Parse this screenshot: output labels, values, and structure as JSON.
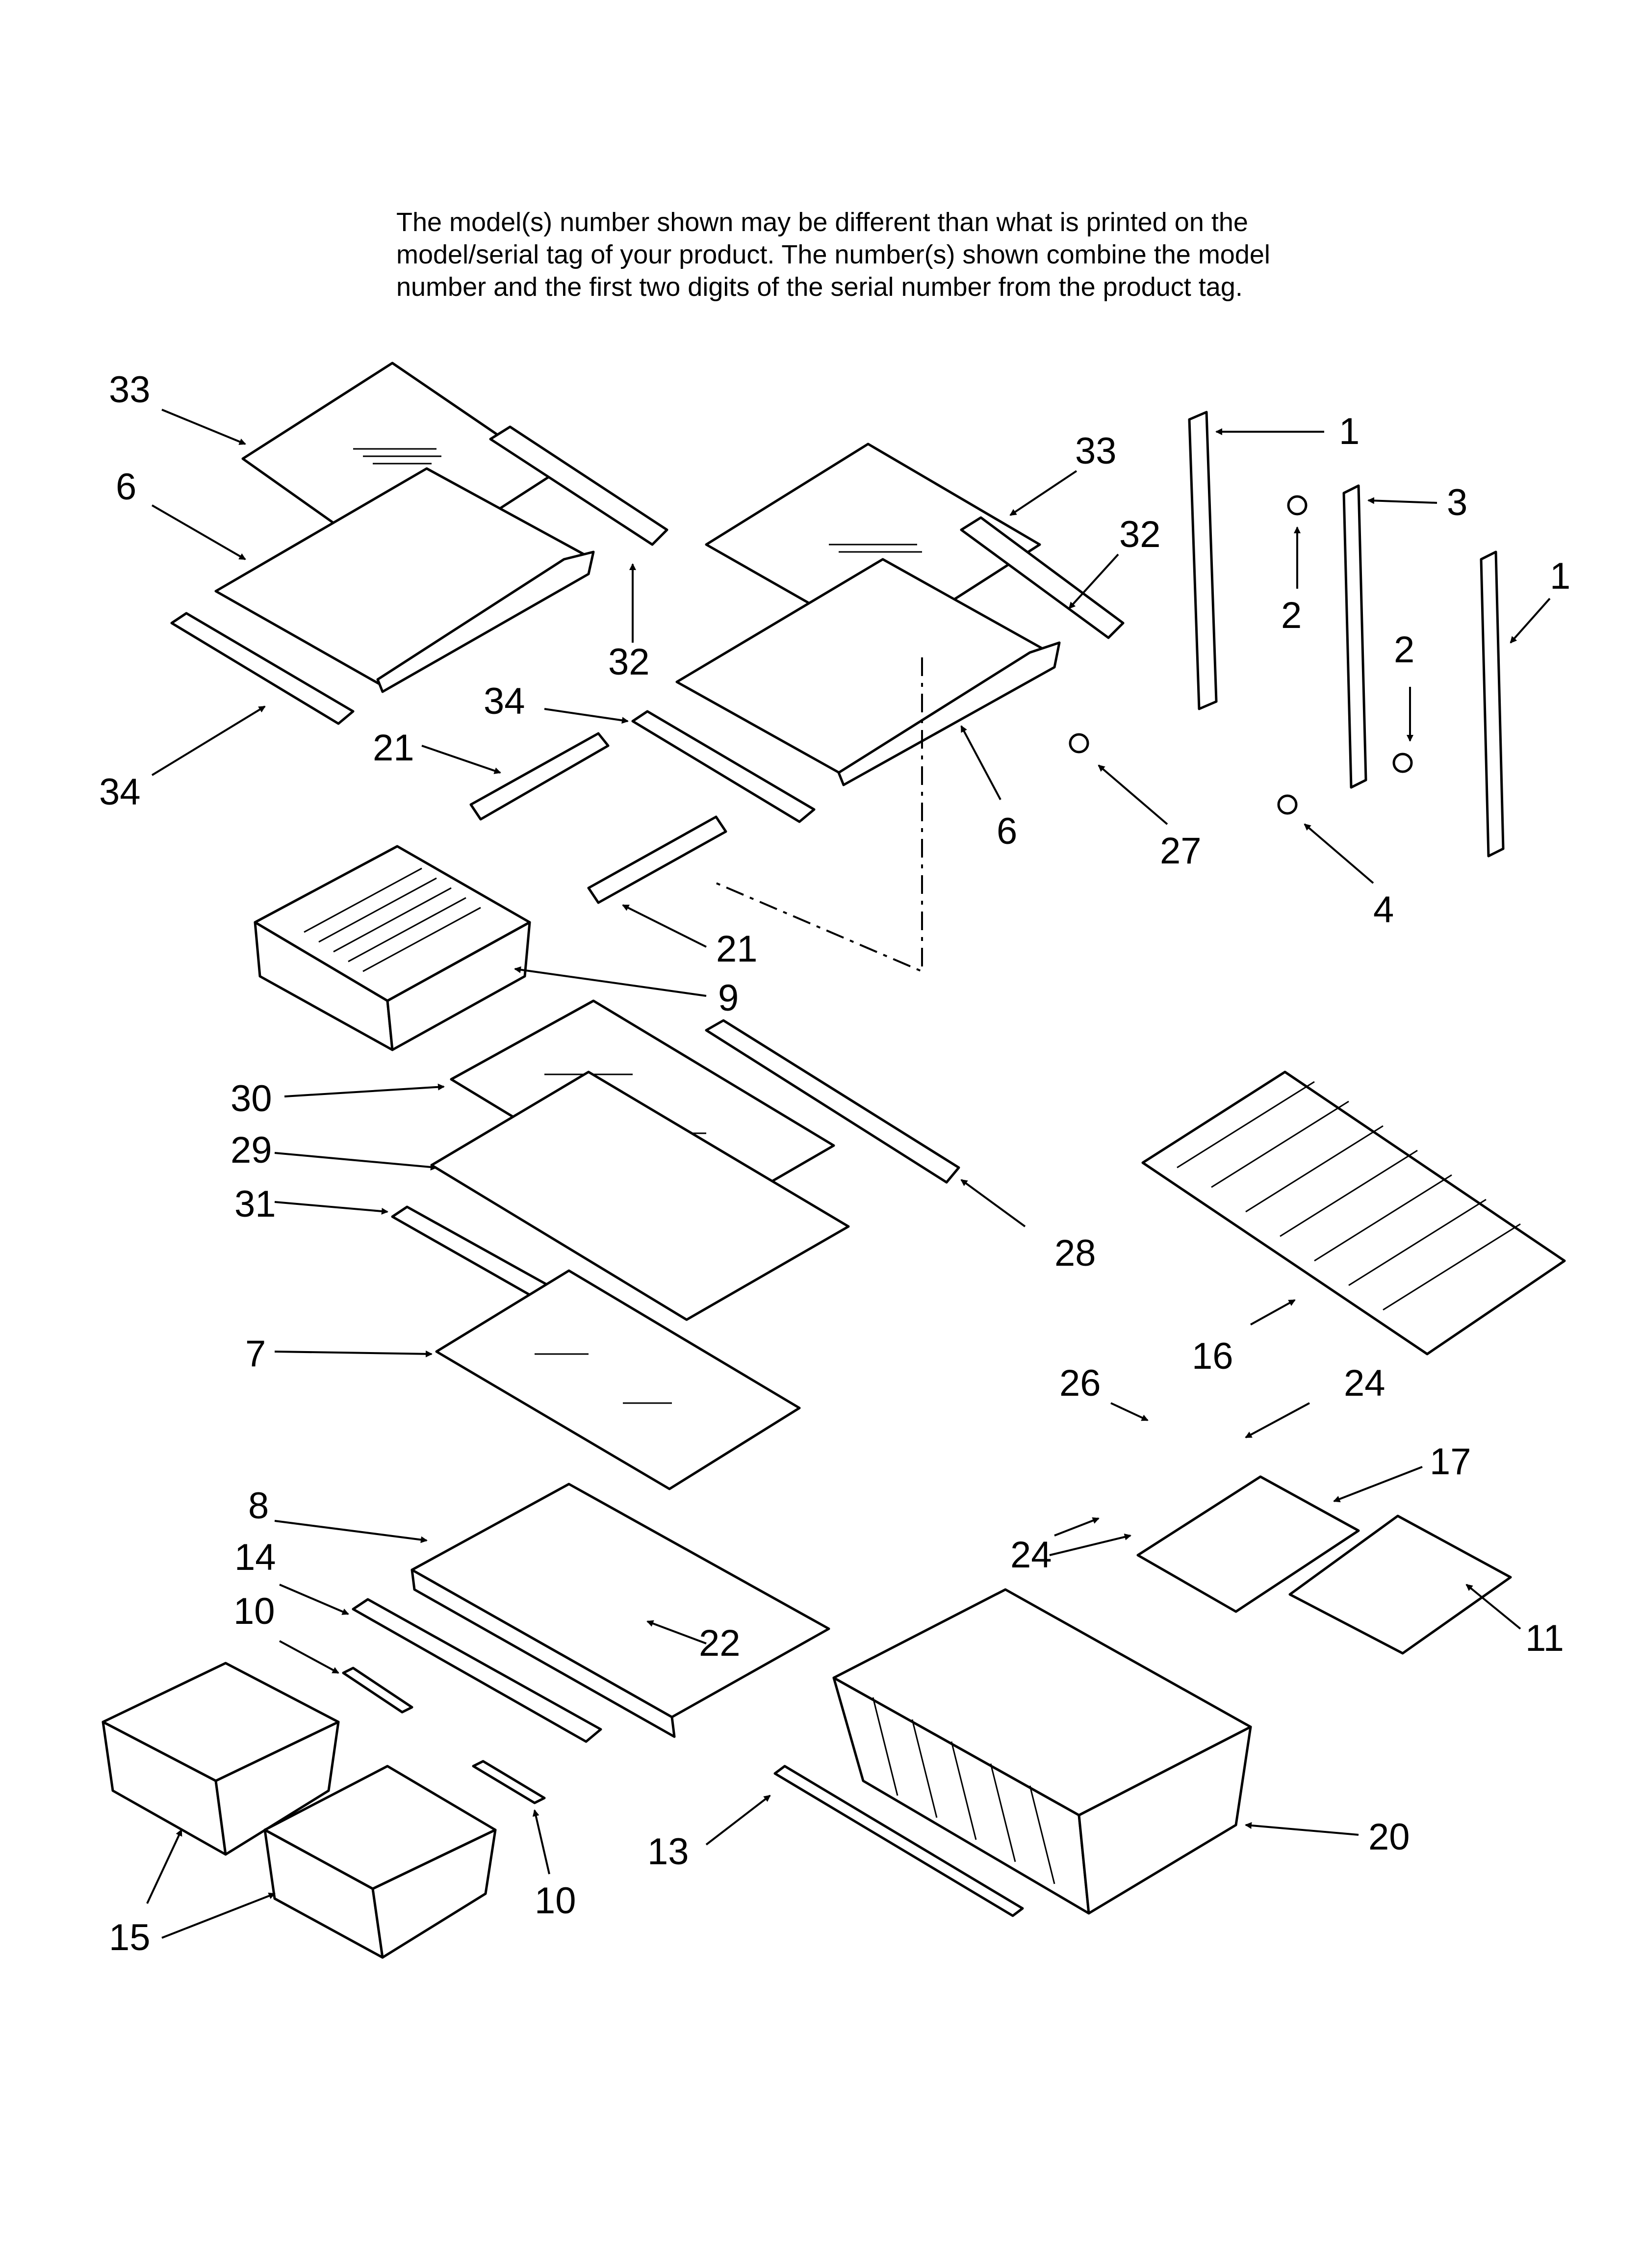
{
  "note": {
    "lines": [
      "The model(s) number shown may be different than what is printed on the",
      "model/serial tag of your product. The number(s) shown combine the model",
      "number and the first two digits of the serial number from the product tag."
    ]
  },
  "callouts": [
    "33",
    "6",
    "32",
    "34",
    "21",
    "33",
    "32",
    "6",
    "27",
    "34",
    "21",
    "9",
    "1",
    "3",
    "2",
    "1",
    "2",
    "4",
    "30",
    "29",
    "31",
    "28",
    "7",
    "16",
    "26",
    "24",
    "17",
    "24",
    "8",
    "14",
    "10",
    "22",
    "11",
    "15",
    "10",
    "13",
    "20"
  ]
}
